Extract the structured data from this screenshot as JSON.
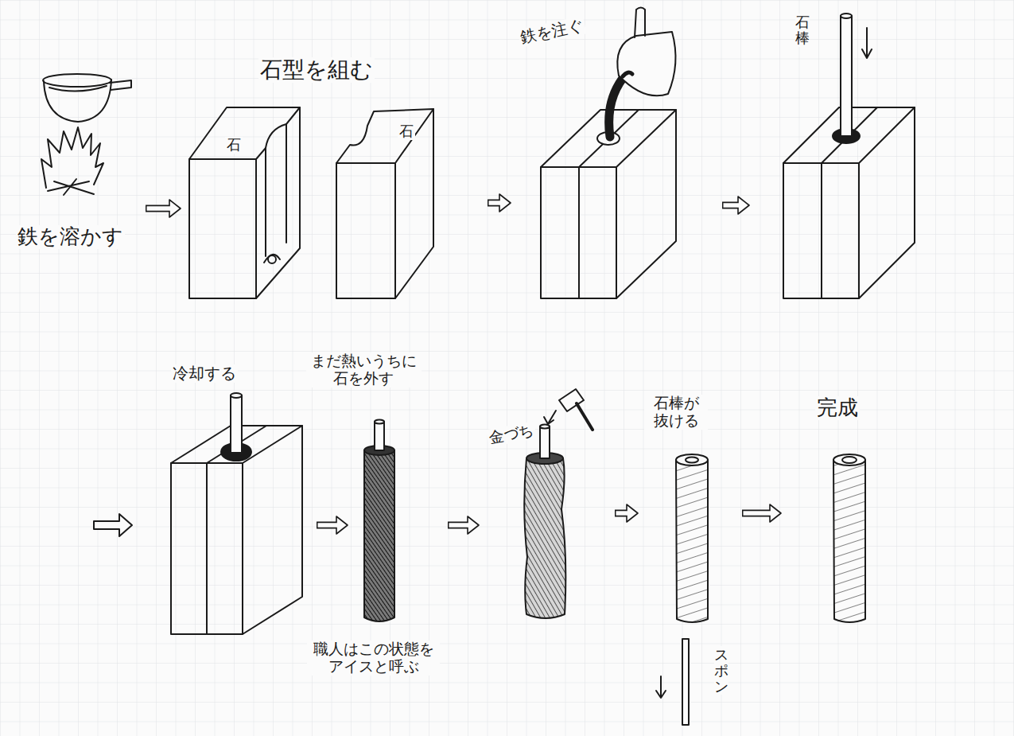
{
  "diagram": {
    "nodes": [
      {
        "text": [
          "鉄を溶かす"
        ]
      },
      {
        "text": [
          "石型を組む"
        ]
      },
      {
        "text": [
          "石"
        ],
        "in": 1
      },
      {
        "text": [
          "石"
        ],
        "in": 1
      },
      {
        "text": [
          "鉄を注ぐ"
        ]
      },
      {
        "text": [
          "石棒"
        ]
      },
      {
        "text": [
          "冷却する"
        ]
      },
      {
        "text": [
          "まだ熱いうちに 石を外す"
        ]
      },
      {
        "text": [
          "金づち"
        ]
      },
      {
        "text": [
          "石棒が 抜ける"
        ]
      },
      {
        "text": [
          "完成"
        ]
      }
    ],
    "edges": [
      {
        "from": 0,
        "to": 1,
        "arrow": "to"
      },
      {
        "from": 1,
        "to": 4,
        "arrow": "to"
      },
      {
        "from": 4,
        "to": 5,
        "arrow": "to"
      },
      {
        "from": 6,
        "to": 7,
        "arrow": "to"
      },
      {
        "from": 7,
        "to": 8,
        "arrow": "to"
      },
      {
        "from": 8,
        "to": 9,
        "arrow": "to"
      },
      {
        "from": 9,
        "to": 10,
        "arrow": "to"
      }
    ],
    "labels": [
      "職人はこの状態を アイスと呼ぶ",
      "スポン"
    ]
  }
}
